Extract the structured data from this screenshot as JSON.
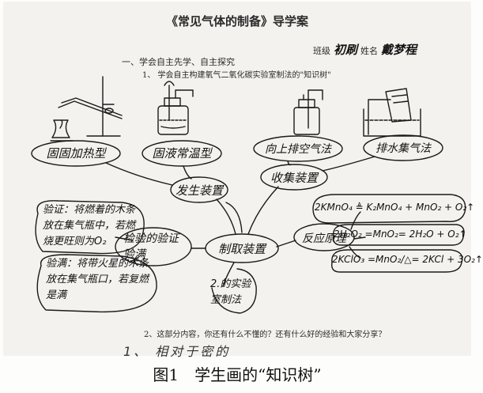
{
  "document": {
    "title": "《常见气体的制备》导学案",
    "class_label": "班级",
    "class_value": "初刷",
    "name_label": "姓名",
    "name_value": "戴梦程",
    "section_1": "一、学会自主先学、自主探究",
    "item_1": "1、  学会自主构建氧气二氧化碳实验室制法的\"知识树\"",
    "question_2": "2、这部分内容，你还有什么不懂的？还有什么好的经验和大家分享？",
    "bottom_scribble": "1、 相对于密的"
  },
  "mind_map": {
    "center": "制取装置",
    "branches": {
      "device": "发生装置",
      "collection": "收集装置",
      "reaction": "反应原理",
      "test": "检验的验证验满",
      "principle": "2.的实验室制法"
    },
    "device_types": [
      "固固加热型",
      "固液常温型"
    ],
    "collection_types": [
      "向上排空气法",
      "排水集气法"
    ],
    "reactions": [
      "2KMnO₄ ≜ K₂MnO₄ + MnO₂ + O₂↑",
      "2H₂O₂ =MnO₂= 2H₂O + O₂↑",
      "2KClO₃ =MnO₂/△= 2KCl + 3O₂↑"
    ],
    "test_notes": {
      "verify": "验证：将燃着的木条放在集气瓶中，若燃烧更旺则为O₂",
      "full": "验满：将带火星的木条放在集气瓶口，若复燃是满"
    }
  },
  "caption": "图1　学生画的“知识树”",
  "colors": {
    "ink": "#1a1a1a",
    "paper": "#f3f2ee",
    "background": "#fdfdfb"
  }
}
